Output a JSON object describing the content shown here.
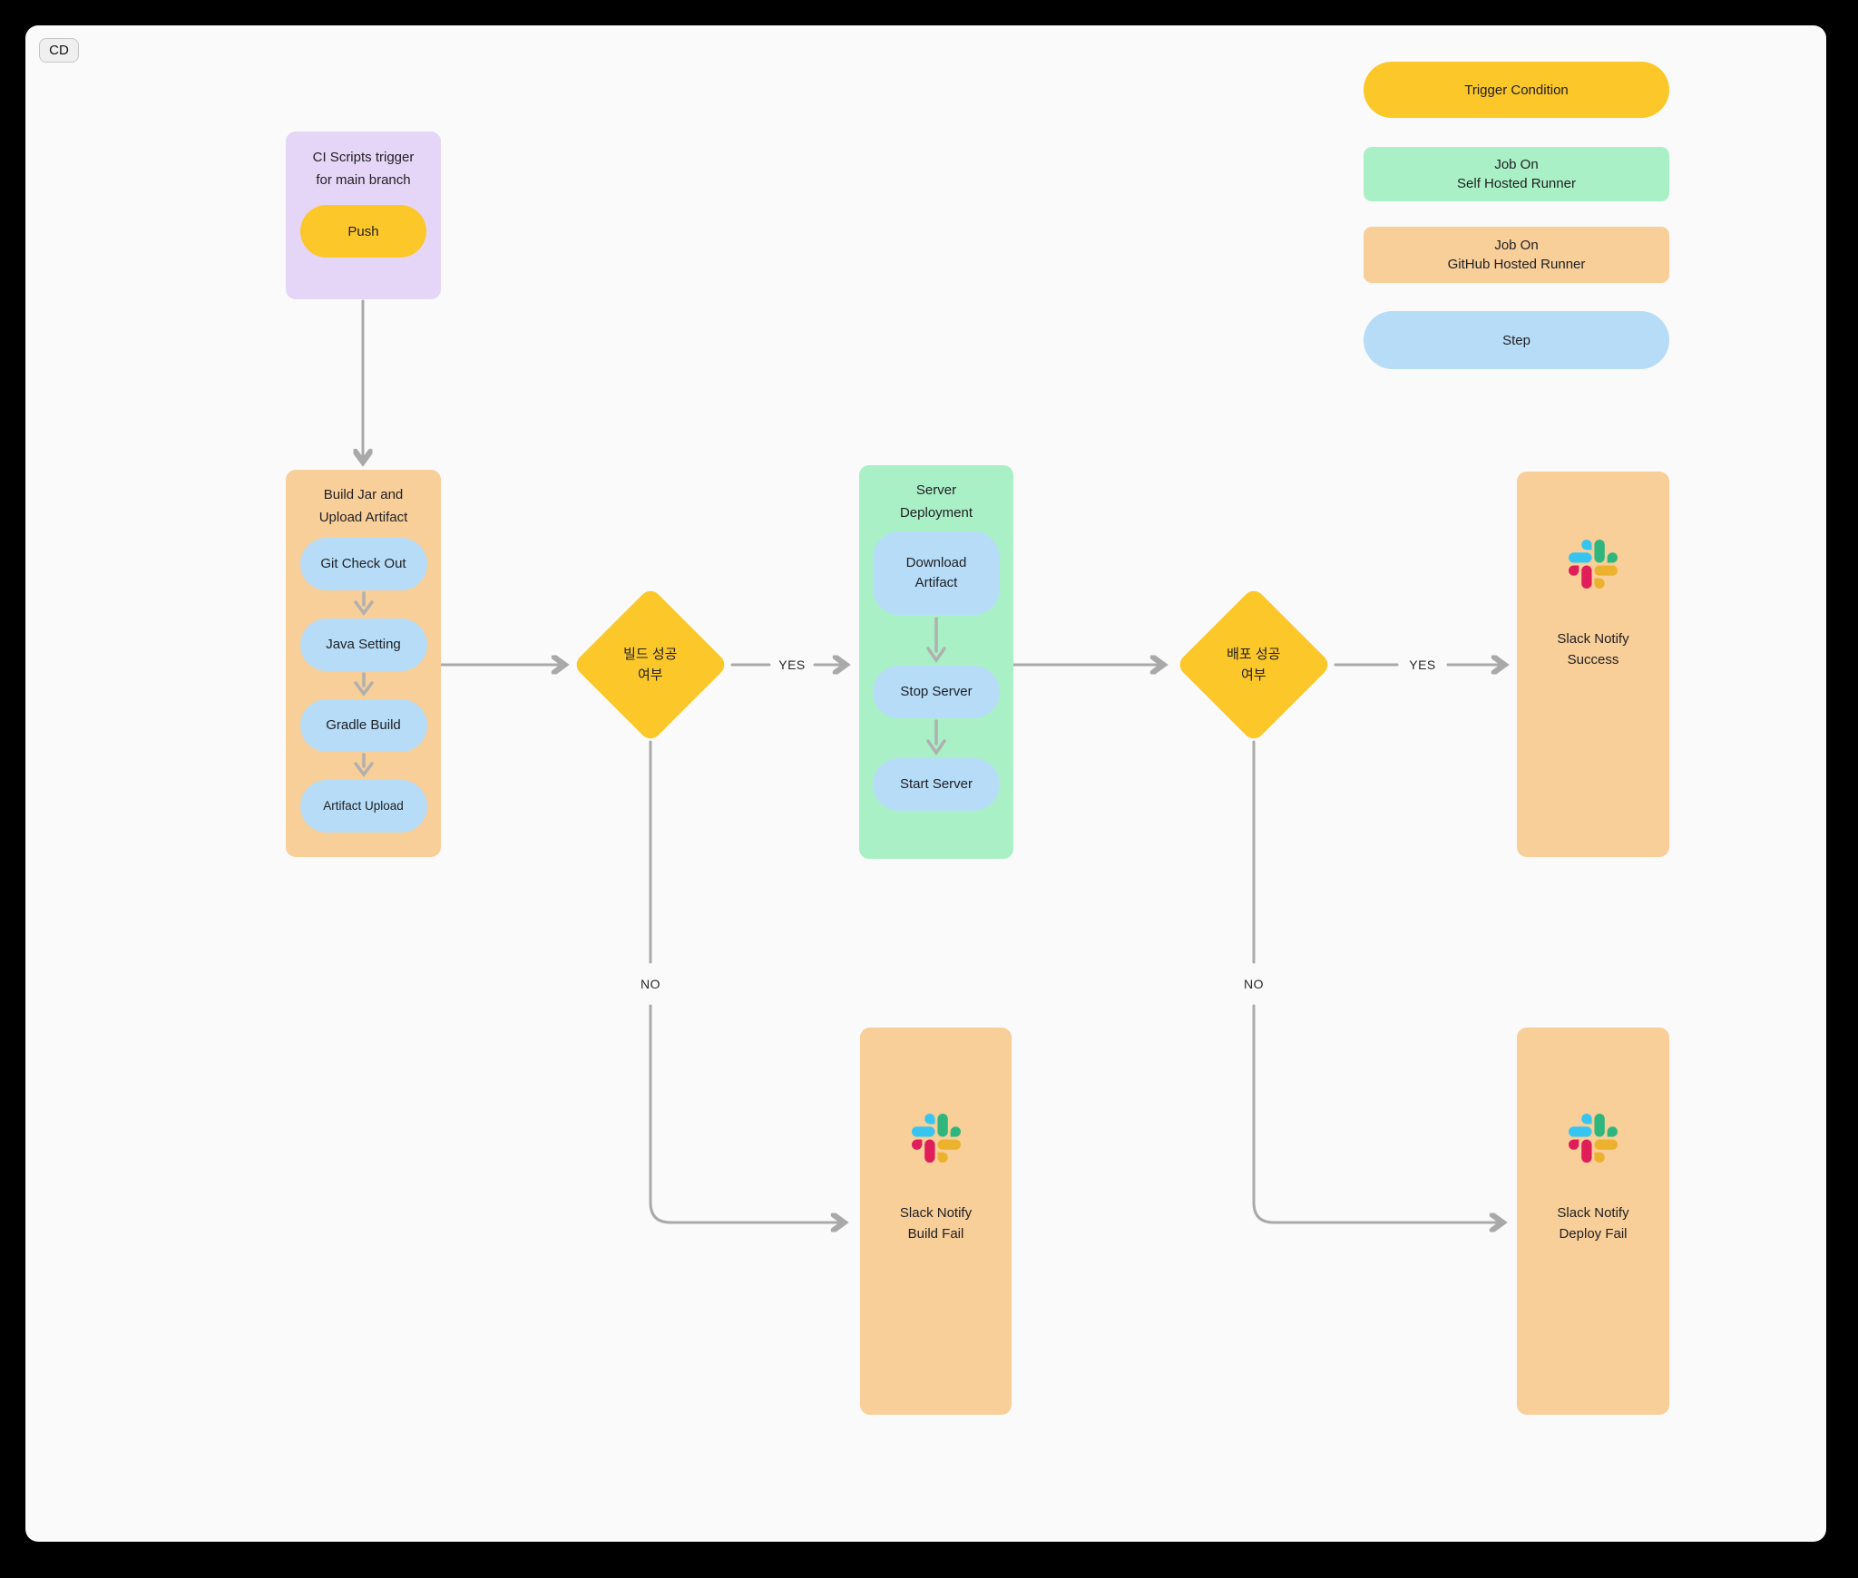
{
  "tab_label": "CD",
  "colors": {
    "trigger_yellow": "#fcc729",
    "self_hosted_green": "#aaf0c6",
    "github_hosted_orange": "#f8ce99",
    "step_blue": "#b6dcf8",
    "trigger_purple": "#e5d5f7",
    "connector_gray": "#a9a9a9"
  },
  "legend": {
    "trigger": "Trigger Condition",
    "job_self_hosted": "Job On\nSelf Hosted Runner",
    "job_github_hosted": "Job On\nGitHub Hosted Runner",
    "step": "Step"
  },
  "trigger_node": {
    "title": "CI Scripts trigger\nfor main branch",
    "event": "Push"
  },
  "build_job": {
    "title": "Build Jar and\nUpload Artifact",
    "steps": [
      "Git Check Out",
      "Java Setting",
      "Gradle Build",
      "Artifact Upload"
    ]
  },
  "build_decision": {
    "label": "빌드 성공\n여부",
    "yes": "YES",
    "no": "NO"
  },
  "deploy_job": {
    "title": "Server\nDeployment",
    "steps": [
      "Download\nArtifact",
      "Stop Server",
      "Start Server"
    ]
  },
  "deploy_decision": {
    "label": "배포 성공\n여부",
    "yes": "YES",
    "no": "NO"
  },
  "notify_success": {
    "label": "Slack Notify\nSuccess",
    "icon": "slack-logo"
  },
  "notify_build_fail": {
    "label": "Slack Notify\nBuild Fail",
    "icon": "slack-logo"
  },
  "notify_deploy_fail": {
    "label": "Slack Notify\nDeploy Fail",
    "icon": "slack-logo"
  }
}
